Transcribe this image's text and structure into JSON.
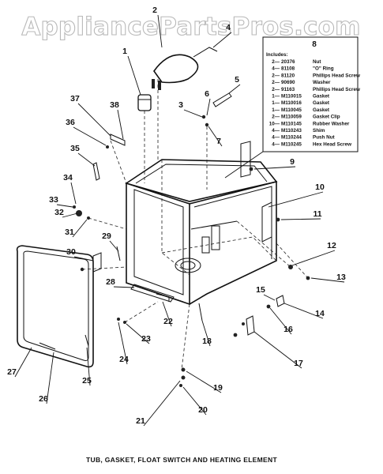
{
  "watermark": "AppliancePartsPros.com",
  "caption": "TUB, GASKET, FLOAT SWITCH AND HEATING ELEMENT",
  "legend": {
    "number": "8",
    "heading": "Includes:",
    "rows": [
      {
        "qty": "2—",
        "part": "20376",
        "desc": "Nut"
      },
      {
        "qty": "4—",
        "part": "81108",
        "desc": "\"O\" Ring"
      },
      {
        "qty": "2—",
        "part": "81120",
        "desc": "Phillips Head Screw"
      },
      {
        "qty": "2—",
        "part": "90690",
        "desc": "Washer"
      },
      {
        "qty": "2—",
        "part": "91163",
        "desc": "Phillips Head Screw"
      },
      {
        "qty": "1—",
        "part": "M110015",
        "desc": "Gasket"
      },
      {
        "qty": "1—",
        "part": "M110016",
        "desc": "Gasket"
      },
      {
        "qty": "1—",
        "part": "M110045",
        "desc": "Gasket"
      },
      {
        "qty": "2—",
        "part": "M110059",
        "desc": "Gasket Clip"
      },
      {
        "qty": "10—",
        "part": "M110145",
        "desc": "Rubber Washer"
      },
      {
        "qty": "4—",
        "part": "M110243",
        "desc": "Shim"
      },
      {
        "qty": "4—",
        "part": "M110244",
        "desc": "Push Nut"
      },
      {
        "qty": "4—",
        "part": "M110245",
        "desc": "Hex Head Screw"
      }
    ]
  },
  "callouts": [
    "1",
    "2",
    "3",
    "4",
    "5",
    "6",
    "7",
    "9",
    "10",
    "11",
    "12",
    "13",
    "14",
    "15",
    "16",
    "17",
    "18",
    "19",
    "20",
    "21",
    "22",
    "23",
    "24",
    "25",
    "26",
    "27",
    "28",
    "29",
    "30",
    "31",
    "32",
    "33",
    "34",
    "35",
    "36",
    "37",
    "38"
  ]
}
